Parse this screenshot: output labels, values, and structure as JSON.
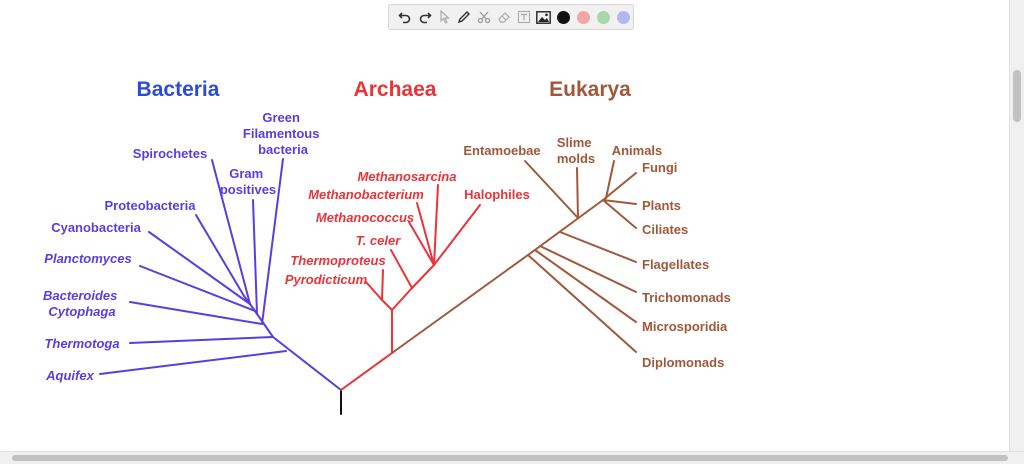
{
  "toolbar": {
    "tools": [
      {
        "name": "undo-icon"
      },
      {
        "name": "redo-icon"
      },
      {
        "name": "select-cursor-icon"
      },
      {
        "name": "pen-icon"
      },
      {
        "name": "scissors-icon"
      },
      {
        "name": "eraser-icon"
      },
      {
        "name": "text-tool-icon"
      },
      {
        "name": "image-icon"
      }
    ],
    "colors": [
      "#111111",
      "#f3a6a6",
      "#a9d7a9",
      "#b5b5ef"
    ]
  },
  "colors": {
    "bacteria": "#5a3de0",
    "archaea": "#e8343a",
    "eukarya": "#a0583a",
    "root": "#111111"
  },
  "domains": {
    "bacteria": "Bacteria",
    "archaea": "Archaea",
    "eukarya": "Eukarya"
  },
  "taxa": {
    "spirochetes": "Spirochetes",
    "green_filamentous": [
      "Green",
      "Filamentous",
      "bacteria"
    ],
    "gram_positives": [
      "Gram",
      "positives"
    ],
    "proteobacteria": "Proteobacteria",
    "cyanobacteria": "Cyanobacteria",
    "planctomyces": "Planctomyces",
    "bacteroides": [
      "Bacteroides",
      "Cytophaga"
    ],
    "thermotoga": "Thermotoga",
    "aquifex": "Aquifex",
    "methanosarcina": "Methanosarcina",
    "methanobacterium": "Methanobacterium",
    "halophiles": "Halophiles",
    "methanococcus": "Methanococcus",
    "t_celer": "T. celer",
    "thermoproteus": "Thermoproteus",
    "pyrodicticum": "Pyrodicticum",
    "entamoebae": "Entamoebae",
    "slime_molds": [
      "Slime",
      "molds"
    ],
    "animals": "Animals",
    "fungi": "Fungi",
    "plants": "Plants",
    "ciliates": "Ciliates",
    "flagellates": "Flagellates",
    "trichomonads": "Trichomonads",
    "microsporidia": "Microsporidia",
    "diplomonads": "Diplomonads"
  }
}
